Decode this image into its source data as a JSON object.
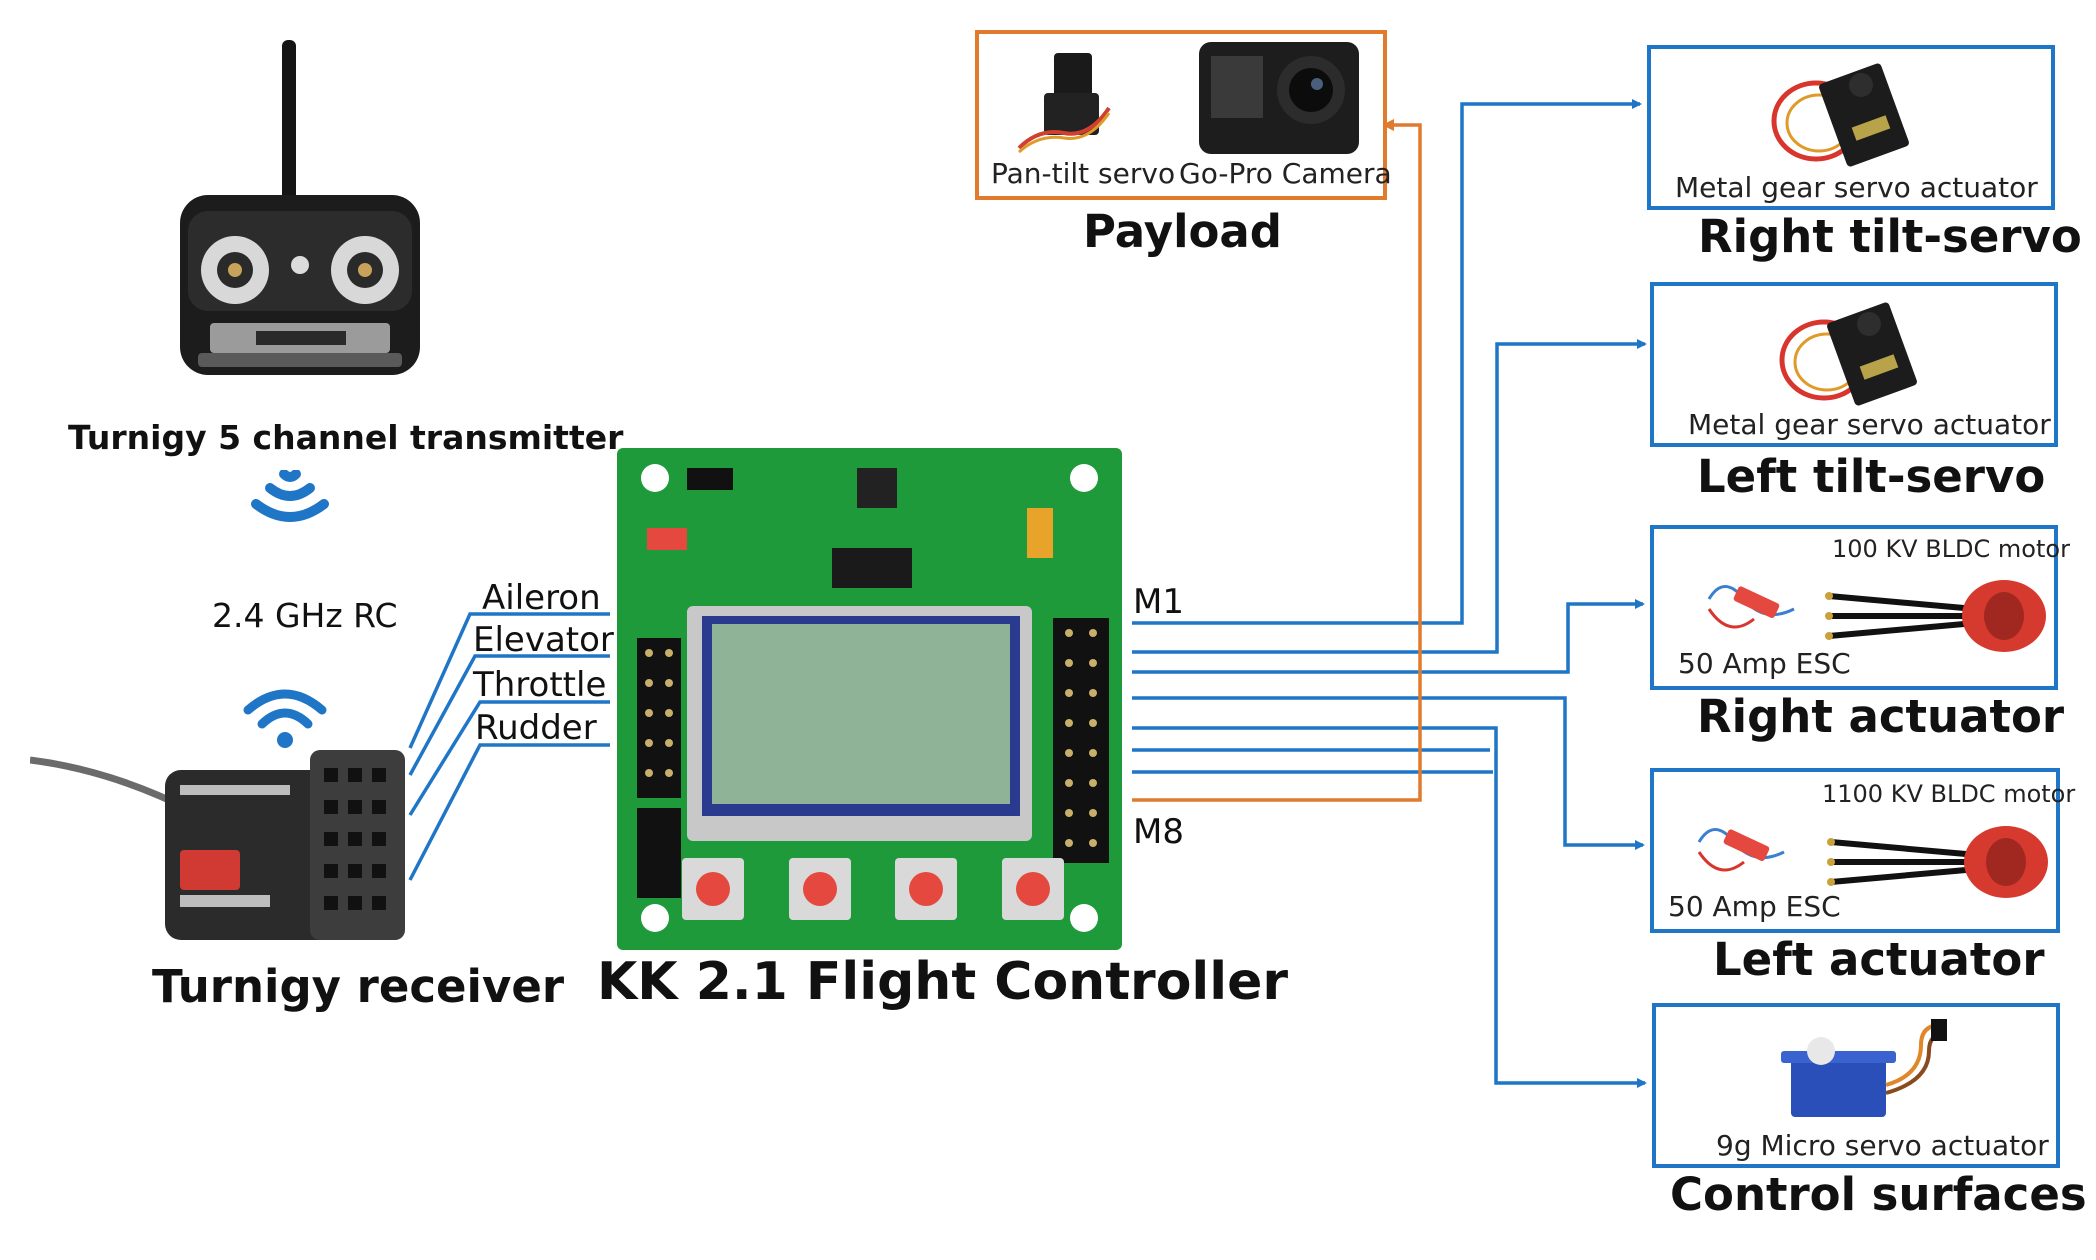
{
  "colors": {
    "wire_blue": "#1f76c7",
    "wire_orange": "#e07a2c",
    "board_green": "#1f9a3b",
    "button_red": "#e5483e",
    "lcd_green": "#8fb396"
  },
  "transmitter": {
    "label": "Turnigy 5 channel transmitter",
    "icon": "rc-transmitter-icon"
  },
  "link": {
    "label": "2.4 GHz RC",
    "icon": "wifi-signal-icon"
  },
  "receiver": {
    "label": "Turnigy receiver",
    "icon": "rc-receiver-icon"
  },
  "channels": [
    "Aileron",
    "Elevator",
    "Throttle",
    "Rudder"
  ],
  "controller": {
    "label": "KK 2.1 Flight Controller",
    "icon": "flight-controller-board-icon"
  },
  "outputs": {
    "m1": "M1",
    "m8": "M8"
  },
  "payload": {
    "title": "Payload",
    "items": [
      "Pan-tilt servo",
      "Go-Pro Camera"
    ],
    "icons": [
      "pan-tilt-servo-icon",
      "camera-icon"
    ]
  },
  "right_tilt": {
    "title": "Right tilt-servo",
    "item": "Metal gear servo actuator",
    "icon": "servo-icon"
  },
  "left_tilt": {
    "title": "Left tilt-servo",
    "item": "Metal gear servo actuator",
    "icon": "servo-icon"
  },
  "right_actuator": {
    "title": "Right actuator",
    "esc": "50 Amp ESC",
    "motor": "100 KV BLDC motor",
    "icons": [
      "esc-icon",
      "bldc-motor-icon"
    ]
  },
  "left_actuator": {
    "title": "Left actuator",
    "esc": "50 Amp ESC",
    "motor": "1100 KV BLDC motor",
    "icons": [
      "esc-icon",
      "bldc-motor-icon"
    ]
  },
  "control_surfaces": {
    "title": "Control surfaces",
    "item": "9g Micro servo actuator",
    "icon": "micro-servo-icon"
  }
}
